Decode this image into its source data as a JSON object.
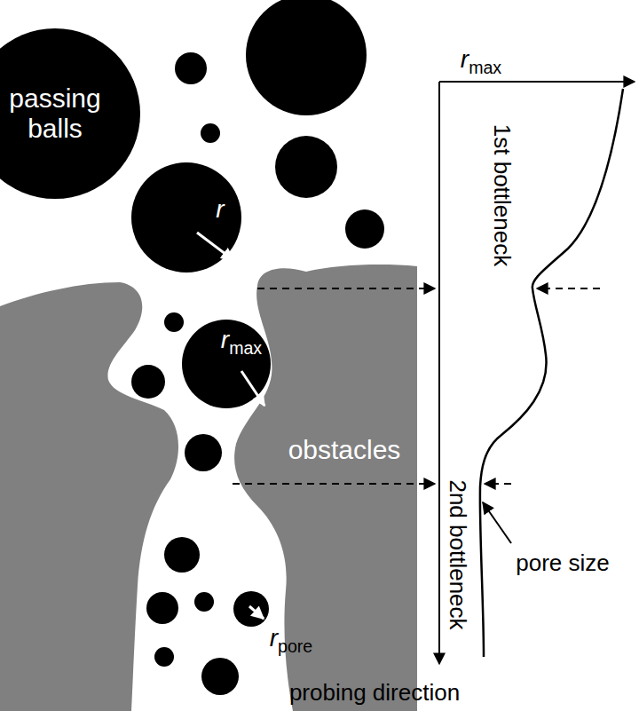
{
  "diagram": {
    "nodes": [
      {
        "text": [
          "passing balls"
        ]
      },
      {
        "text": [
          "obstacles"
        ]
      }
    ],
    "labels": [
      "r",
      "rmax",
      "rmax",
      "1st bottleneck",
      "2nd bottleneck",
      "pore size",
      "rpore",
      "probing direction"
    ]
  }
}
